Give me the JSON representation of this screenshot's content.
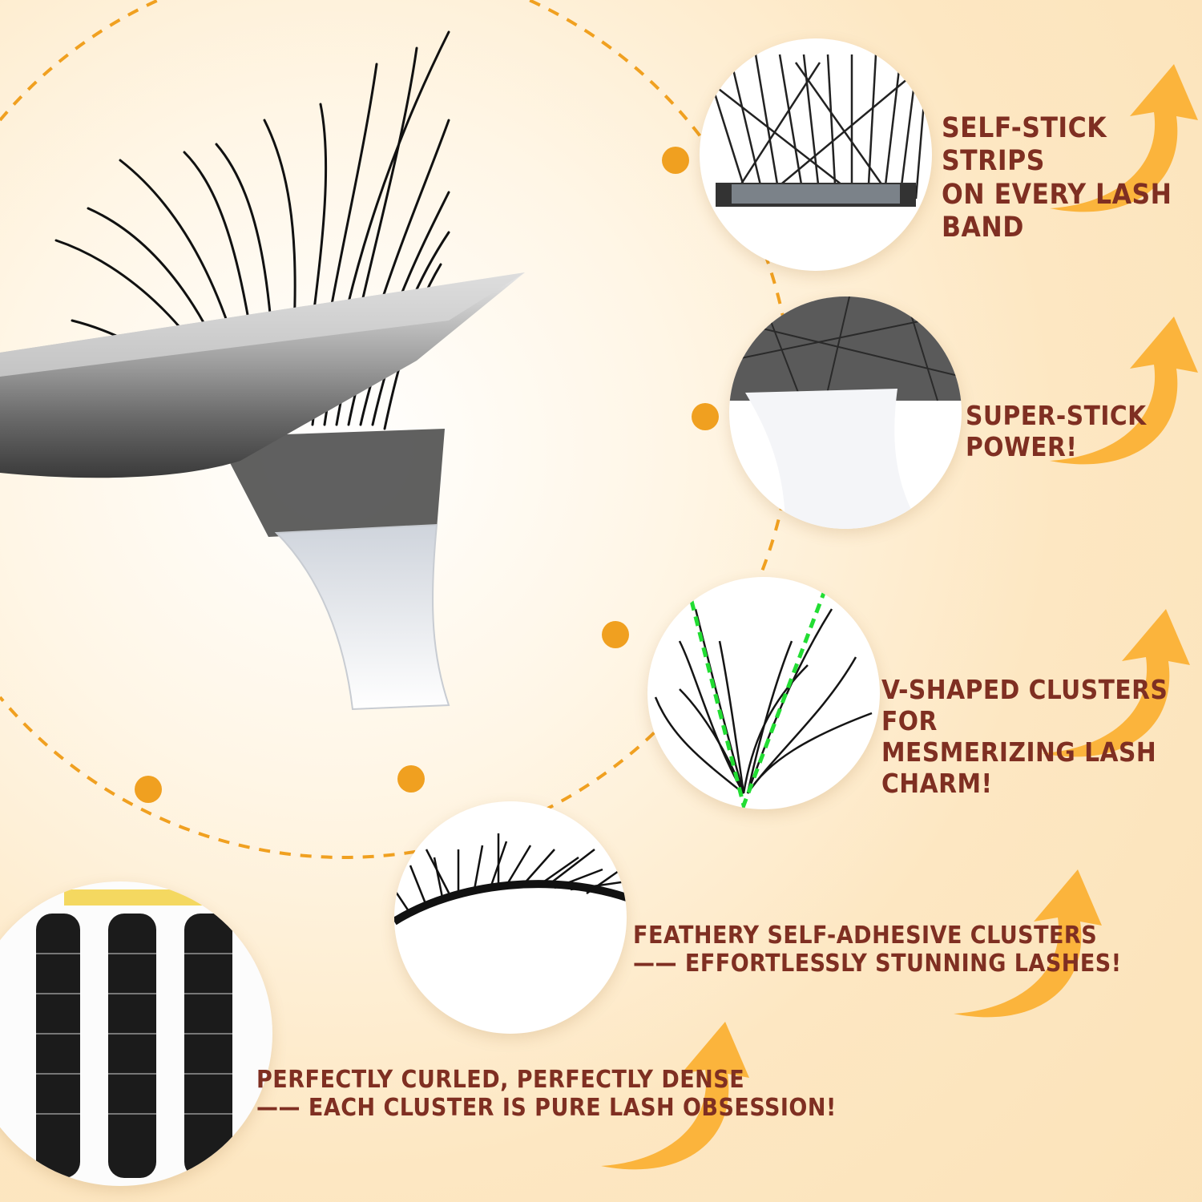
{
  "theme": {
    "accent": "#f0a020",
    "text_color": "#7f2f22",
    "arrow_color": "#fbb43c",
    "guide_color": "#22dd33"
  },
  "features": [
    {
      "lines": [
        "SELF-STICK STRIPS",
        "ON EVERY LASH BAND"
      ]
    },
    {
      "lines": [
        "SUPER-STICK POWER!"
      ]
    },
    {
      "lines": [
        "V-SHAPED CLUSTERS FOR",
        "MESMERIZING LASH CHARM!"
      ]
    },
    {
      "lines": [
        "FEATHERY SELF-ADHESIVE CLUSTERS",
        "—— EFFORTLESSLY STUNNING LASHES!"
      ]
    },
    {
      "lines": [
        "PERFECTLY CURLED, PERFECTLY DENSE",
        "—— EACH CLUSTER IS PURE LASH OBSESSION!"
      ]
    }
  ],
  "icons": {
    "arrow": "curved-up-arrow-icon",
    "dot": "dot-icon"
  }
}
